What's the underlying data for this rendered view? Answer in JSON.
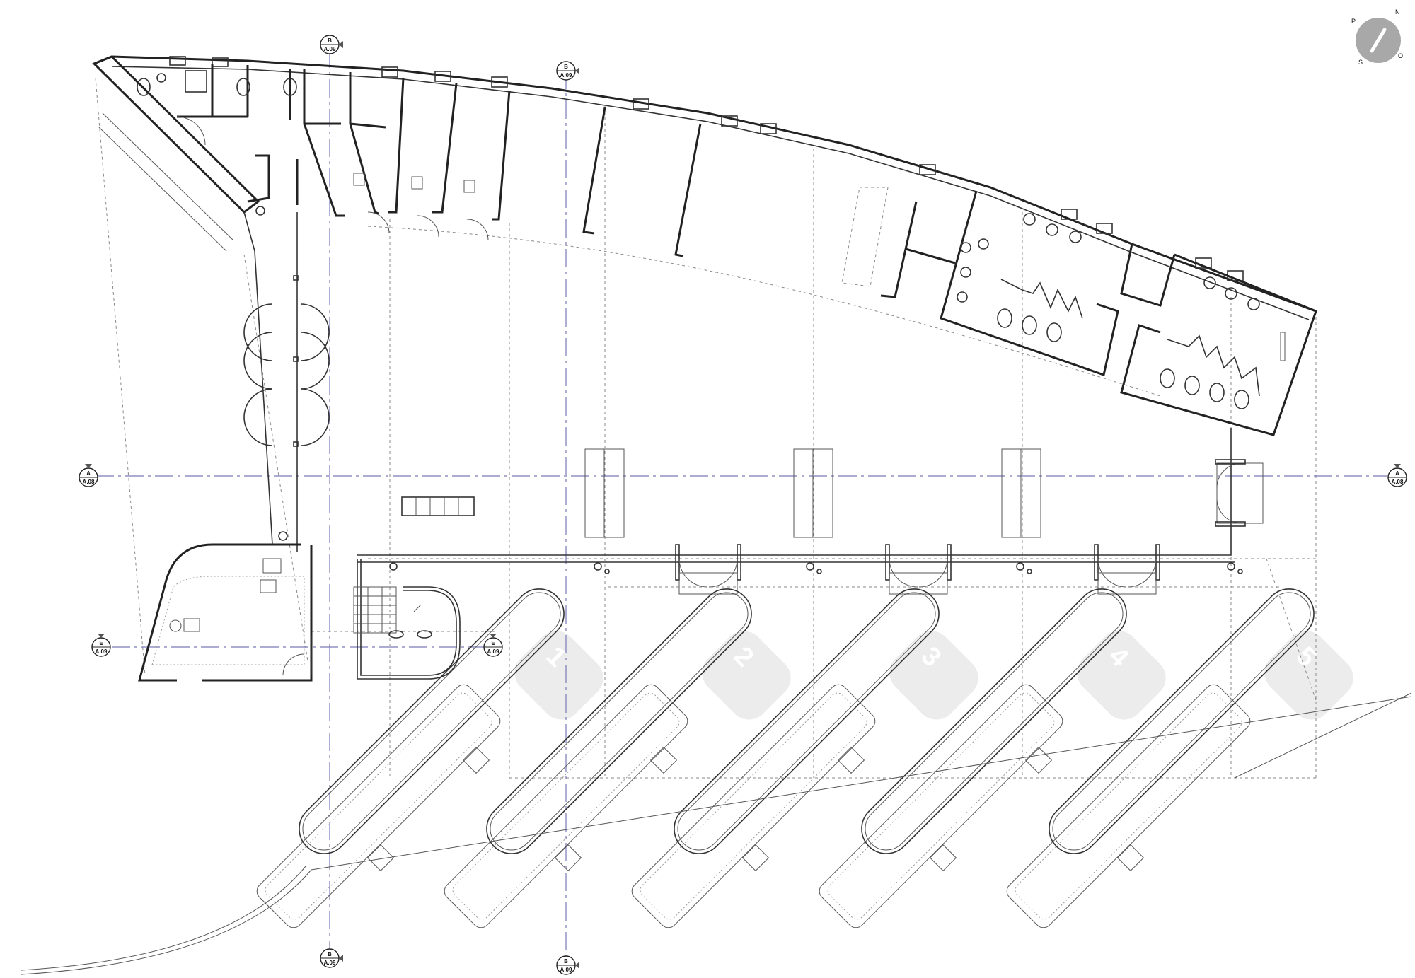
{
  "compass": {
    "north": "N",
    "west": "P",
    "south": "S",
    "east": "O"
  },
  "section_markers": [
    {
      "id": "B",
      "sheet": "A.09"
    },
    {
      "id": "B",
      "sheet": "A.09"
    },
    {
      "id": "B",
      "sheet": "A.09"
    },
    {
      "id": "B",
      "sheet": "A.09"
    },
    {
      "id": "A",
      "sheet": "A.08"
    },
    {
      "id": "A",
      "sheet": "A.08"
    },
    {
      "id": "E",
      "sheet": "A.09"
    },
    {
      "id": "E",
      "sheet": "A.09"
    }
  ],
  "bays": [
    "1",
    "2",
    "3",
    "4",
    "5"
  ],
  "colors": {
    "wall": "#222222",
    "bay_fill": "#ececec",
    "axis": "#7a7ab8",
    "compass": "#a8a8a8"
  }
}
